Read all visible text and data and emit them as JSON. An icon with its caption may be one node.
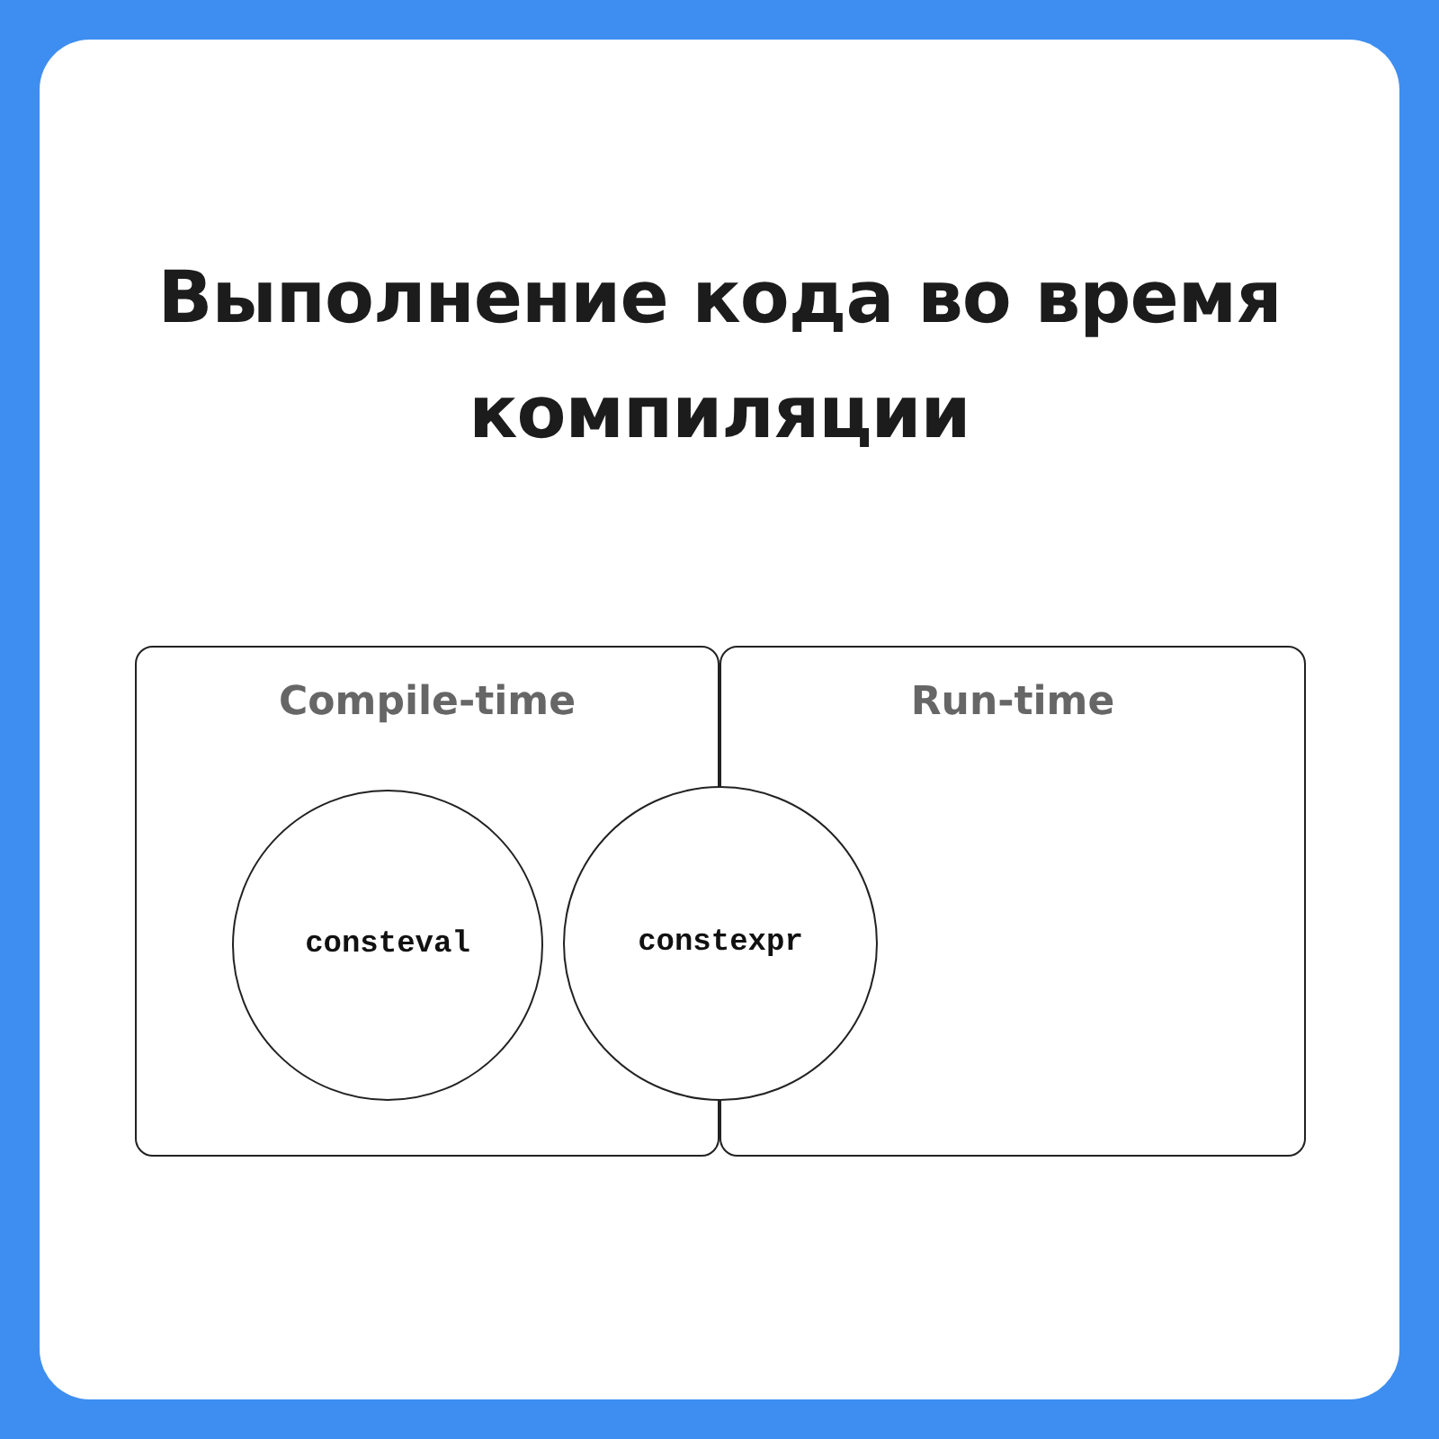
{
  "diagram": {
    "title": "Выполнение кода во время компиляции",
    "nodes": [
      {
        "text": [
          "Compile-time"
        ]
      },
      {
        "text": [
          "Run-time"
        ]
      },
      {
        "text": [
          "consteval"
        ],
        "in": 0
      },
      {
        "text": [
          "constexpr"
        ]
      }
    ]
  }
}
